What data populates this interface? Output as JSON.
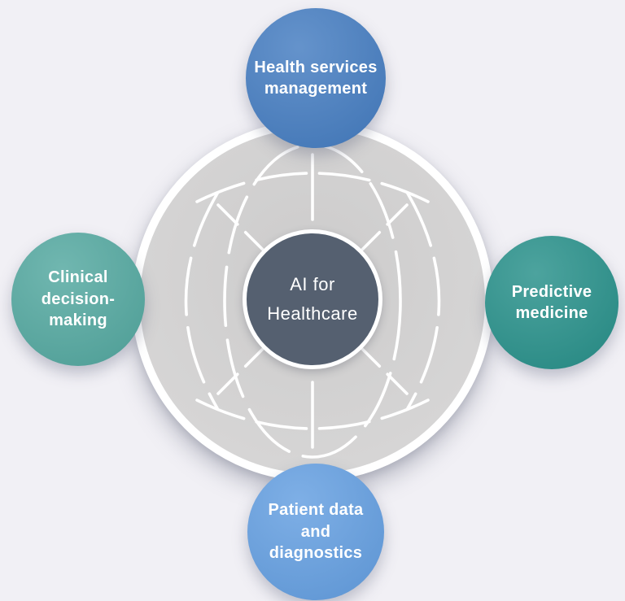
{
  "canvas": {
    "background": "#f1f0f5"
  },
  "diagram": {
    "center_node": {
      "lines": [
        "AI for",
        "Healthcare"
      ],
      "color": "#556070",
      "border_color": "#ffffff",
      "text_color": "#ffffff"
    },
    "nodes": {
      "top": {
        "lines": [
          "Health services",
          "management"
        ],
        "color": "#4b81c3"
      },
      "right": {
        "lines": [
          "Predictive",
          "medicine"
        ],
        "color": "#2f948e"
      },
      "bottom": {
        "lines": [
          "Patient data",
          "and",
          "diagnostics"
        ],
        "color": "#69a2e2"
      },
      "left": {
        "lines": [
          "Clinical",
          "decision-",
          "making"
        ],
        "color": "#59aba3"
      }
    },
    "globe": {
      "disc_color": "#d3d2d2",
      "ring_color": "#ffffff",
      "line_color": "#ffffff"
    }
  }
}
